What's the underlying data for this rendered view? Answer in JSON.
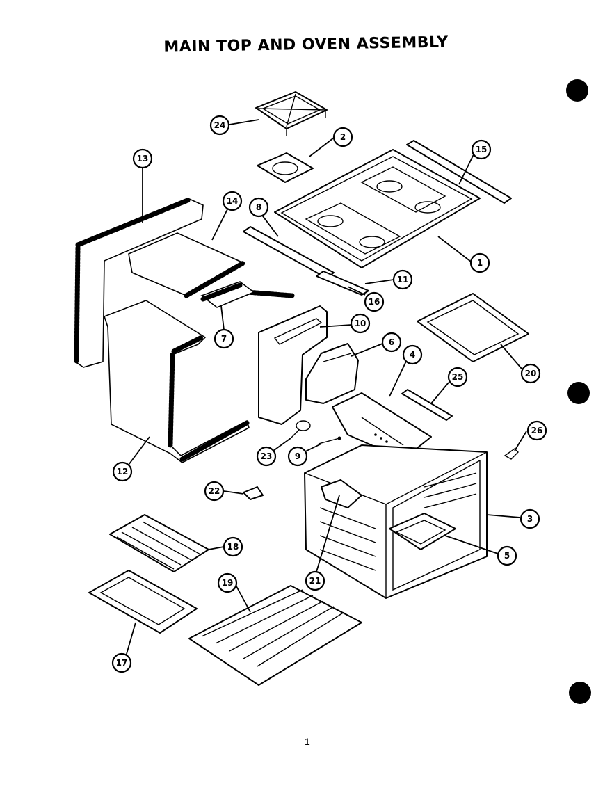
{
  "title": "MAIN TOP AND OVEN ASSEMBLY",
  "page_number": "1",
  "callouts": [
    "24",
    "2",
    "13",
    "14",
    "8",
    "15",
    "1",
    "11",
    "16",
    "7",
    "10",
    "6",
    "4",
    "20",
    "25",
    "12",
    "23",
    "9",
    "26",
    "22",
    "3",
    "18",
    "5",
    "21",
    "19",
    "17"
  ]
}
